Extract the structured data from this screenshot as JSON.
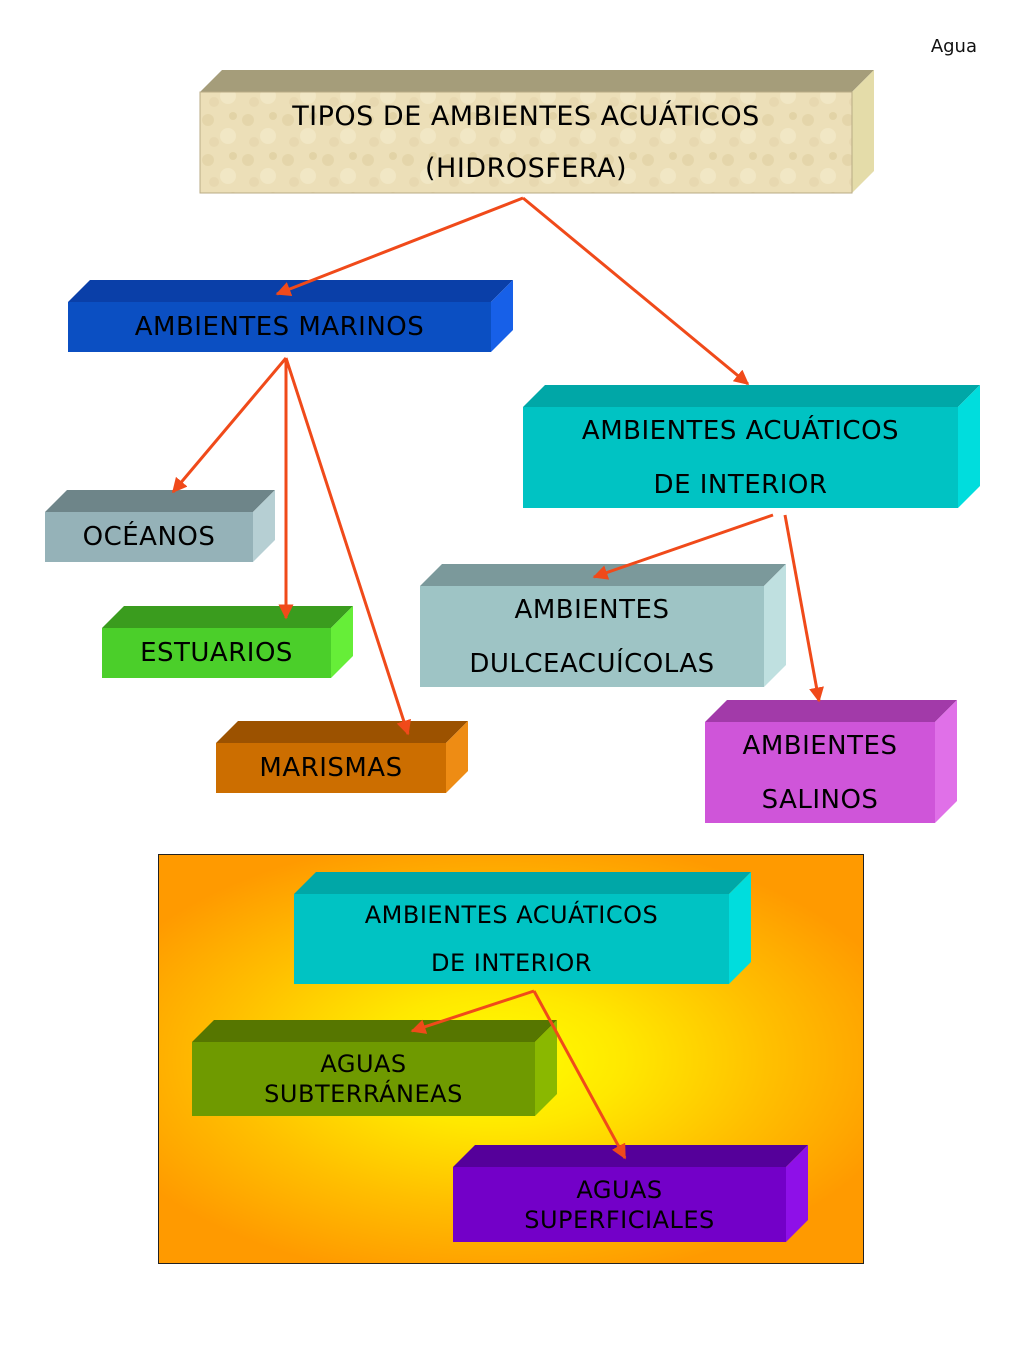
{
  "page_header": "Agua",
  "colors": {
    "arrow": "#f04a1a",
    "root": "#ecdfb8",
    "marinos": "#0b4fc2",
    "interior": "#00c3c3",
    "oceanos": "#95b2b8",
    "estuarios": "#4bcf2a",
    "marismas": "#cc6e00",
    "dulceacuicolas": "#9ec4c5",
    "salinos": "#cf55d9",
    "subterraneas": "#6f9a00",
    "superficiales": "#7300c8",
    "inset_center": "#ffff00",
    "inset_edge": "#ff9a00"
  },
  "diagram": {
    "root": {
      "line1": "TIPOS DE AMBIENTES ACUÁTICOS",
      "line2": "(HIDROSFERA)"
    },
    "marinos": {
      "line1": "AMBIENTES MARINOS"
    },
    "interior": {
      "line1": "AMBIENTES ACUÁTICOS",
      "line2": "DE INTERIOR"
    },
    "oceanos": {
      "line1": "OCÉANOS"
    },
    "estuarios": {
      "line1": "ESTUARIOS"
    },
    "marismas": {
      "line1": "MARISMAS"
    },
    "dulceacuicolas": {
      "line1": "AMBIENTES",
      "line2": "DULCEACUÍCOLAS"
    },
    "salinos": {
      "line1": "AMBIENTES",
      "line2": "SALINOS"
    }
  },
  "inset": {
    "interior": {
      "line1": "AMBIENTES ACUÁTICOS",
      "line2": "DE INTERIOR"
    },
    "subterraneas": {
      "line1": "AGUAS",
      "line2": "SUBTERRÁNEAS"
    },
    "superficiales": {
      "line1": "AGUAS",
      "line2": "SUPERFICIALES"
    }
  }
}
